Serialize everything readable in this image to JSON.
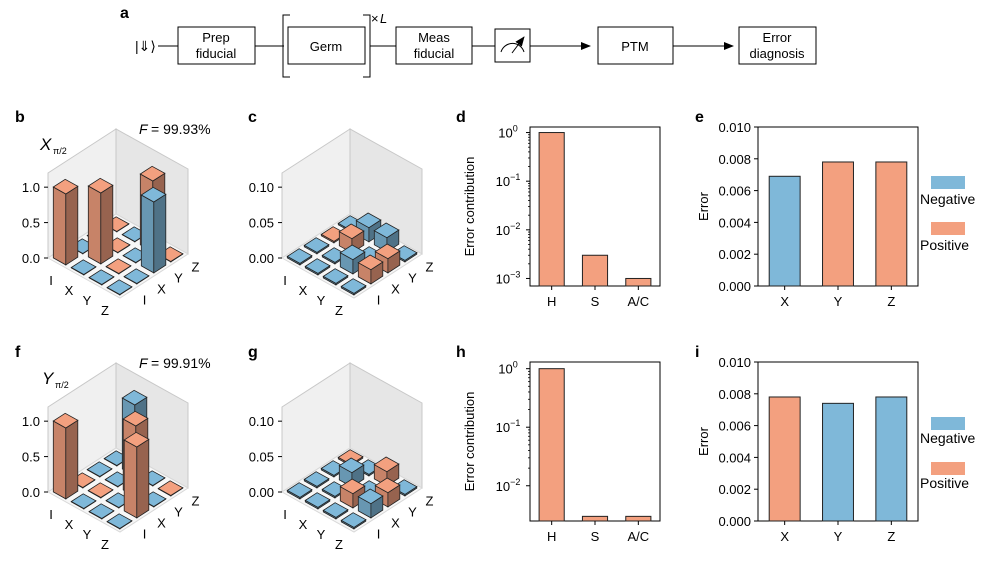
{
  "colors": {
    "negative": "#7fb8d9",
    "positive": "#f3a07f",
    "edge": "#222222",
    "pane": "#eeeeee"
  },
  "flow": {
    "panel_label": "a",
    "ket": "|⇓⟩",
    "prep": [
      "Prep",
      "fiducial"
    ],
    "germ": "Germ",
    "repeat_times": "×",
    "repeat_var": "L",
    "meas": [
      "Meas",
      "fiducial"
    ],
    "meter_icon": "meter-icon",
    "ptm": "PTM",
    "diagnosis": [
      "Error",
      "diagnosis"
    ]
  },
  "legend": [
    {
      "name": "Negative",
      "color": "#7fb8d9"
    },
    {
      "name": "Positive",
      "color": "#f3a07f"
    }
  ],
  "chart_data": [
    {
      "panel": "b",
      "type": "bar3d",
      "gate_symbol": "X",
      "gate_sub": "π/2",
      "fidelity_label": "F",
      "fidelity_value": "= 99.93%",
      "zticks": [
        "0.0",
        "0.5",
        "1.0"
      ],
      "zlim": [
        0,
        1.2
      ],
      "front_labels": [
        "I",
        "X",
        "Y",
        "Z"
      ],
      "side_labels": [
        "I",
        "X",
        "Y",
        "Z"
      ],
      "bars": [
        {
          "c": 0,
          "r": 0,
          "v": 1.0,
          "s": "pos"
        },
        {
          "c": 1,
          "r": 0,
          "v": 0.005,
          "s": "neg"
        },
        {
          "c": 2,
          "r": 0,
          "v": 0.005,
          "s": "neg"
        },
        {
          "c": 3,
          "r": 0,
          "v": 0.005,
          "s": "neg"
        },
        {
          "c": 0,
          "r": 1,
          "v": 0.005,
          "s": "neg"
        },
        {
          "c": 1,
          "r": 1,
          "v": 1.0,
          "s": "pos"
        },
        {
          "c": 2,
          "r": 1,
          "v": 0.005,
          "s": "pos"
        },
        {
          "c": 3,
          "r": 1,
          "v": 0.005,
          "s": "neg"
        },
        {
          "c": 0,
          "r": 2,
          "v": 0.005,
          "s": "neg"
        },
        {
          "c": 1,
          "r": 2,
          "v": 0.005,
          "s": "pos"
        },
        {
          "c": 2,
          "r": 2,
          "v": 0.005,
          "s": "neg"
        },
        {
          "c": 3,
          "r": 2,
          "v": 1.0,
          "s": "neg"
        },
        {
          "c": 0,
          "r": 3,
          "v": 0.005,
          "s": "pos"
        },
        {
          "c": 1,
          "r": 3,
          "v": 0.005,
          "s": "neg"
        },
        {
          "c": 2,
          "r": 3,
          "v": 1.0,
          "s": "pos"
        },
        {
          "c": 3,
          "r": 3,
          "v": 0.005,
          "s": "pos"
        }
      ]
    },
    {
      "panel": "c",
      "type": "bar3d",
      "zticks": [
        "0.00",
        "0.05",
        "0.10"
      ],
      "zlim": [
        0,
        0.12
      ],
      "front_labels": [
        "I",
        "X",
        "Y",
        "Z"
      ],
      "side_labels": [
        "I",
        "X",
        "Y",
        "Z"
      ],
      "bars": [
        {
          "c": 0,
          "r": 0,
          "v": 0.002,
          "s": "neg"
        },
        {
          "c": 1,
          "r": 0,
          "v": 0.002,
          "s": "neg"
        },
        {
          "c": 2,
          "r": 0,
          "v": 0.002,
          "s": "neg"
        },
        {
          "c": 3,
          "r": 0,
          "v": 0.002,
          "s": "neg"
        },
        {
          "c": 0,
          "r": 1,
          "v": 0.002,
          "s": "neg"
        },
        {
          "c": 1,
          "r": 1,
          "v": 0.002,
          "s": "neg"
        },
        {
          "c": 2,
          "r": 1,
          "v": 0.02,
          "s": "neg"
        },
        {
          "c": 3,
          "r": 1,
          "v": 0.02,
          "s": "pos"
        },
        {
          "c": 0,
          "r": 2,
          "v": 0.002,
          "s": "pos"
        },
        {
          "c": 1,
          "r": 2,
          "v": 0.02,
          "s": "pos"
        },
        {
          "c": 2,
          "r": 2,
          "v": 0.002,
          "s": "neg"
        },
        {
          "c": 3,
          "r": 2,
          "v": 0.02,
          "s": "pos"
        },
        {
          "c": 0,
          "r": 3,
          "v": 0.002,
          "s": "neg"
        },
        {
          "c": 1,
          "r": 3,
          "v": 0.02,
          "s": "neg"
        },
        {
          "c": 2,
          "r": 3,
          "v": 0.02,
          "s": "neg"
        },
        {
          "c": 3,
          "r": 3,
          "v": 0.002,
          "s": "neg"
        }
      ]
    },
    {
      "panel": "d",
      "type": "bar",
      "yscale": "log",
      "ylabel": "Error contribution",
      "categories": [
        "H",
        "S",
        "A/C"
      ],
      "values": [
        1.0,
        0.003,
        0.001
      ],
      "colors": [
        "pos",
        "pos",
        "pos"
      ],
      "yticks": [
        {
          "base": "10",
          "exp": "0",
          "v": 1
        },
        {
          "base": "10",
          "exp": "−1",
          "v": 0.1
        },
        {
          "base": "10",
          "exp": "−2",
          "v": 0.01
        },
        {
          "base": "10",
          "exp": "−3",
          "v": 0.001
        }
      ],
      "ylim": [
        0.0007,
        1.3
      ]
    },
    {
      "panel": "e",
      "type": "bar",
      "ylabel": "Error",
      "categories": [
        "X",
        "Y",
        "Z"
      ],
      "values": [
        0.0069,
        0.0078,
        0.0078
      ],
      "colors": [
        "neg",
        "pos",
        "pos"
      ],
      "yticks": [
        "0.000",
        "0.002",
        "0.004",
        "0.006",
        "0.008",
        "0.010"
      ],
      "ylim": [
        0,
        0.01
      ]
    },
    {
      "panel": "f",
      "type": "bar3d",
      "gate_symbol": "Y",
      "gate_sub": "π/2",
      "fidelity_label": "F",
      "fidelity_value": "= 99.91%",
      "zticks": [
        "0.0",
        "0.5",
        "1.0"
      ],
      "zlim": [
        0,
        1.2
      ],
      "front_labels": [
        "I",
        "X",
        "Y",
        "Z"
      ],
      "side_labels": [
        "I",
        "X",
        "Y",
        "Z"
      ],
      "bars": [
        {
          "c": 0,
          "r": 0,
          "v": 1.0,
          "s": "pos"
        },
        {
          "c": 1,
          "r": 0,
          "v": 0.005,
          "s": "neg"
        },
        {
          "c": 2,
          "r": 0,
          "v": 0.005,
          "s": "neg"
        },
        {
          "c": 3,
          "r": 0,
          "v": 0.005,
          "s": "neg"
        },
        {
          "c": 0,
          "r": 1,
          "v": 0.005,
          "s": "pos"
        },
        {
          "c": 1,
          "r": 1,
          "v": 0.005,
          "s": "pos"
        },
        {
          "c": 2,
          "r": 1,
          "v": 0.005,
          "s": "neg"
        },
        {
          "c": 3,
          "r": 1,
          "v": 1.0,
          "s": "pos"
        },
        {
          "c": 0,
          "r": 2,
          "v": 0.005,
          "s": "neg"
        },
        {
          "c": 1,
          "r": 2,
          "v": 0.005,
          "s": "neg"
        },
        {
          "c": 2,
          "r": 2,
          "v": 1.0,
          "s": "pos"
        },
        {
          "c": 3,
          "r": 2,
          "v": 0.005,
          "s": "neg"
        },
        {
          "c": 0,
          "r": 3,
          "v": 0.005,
          "s": "neg"
        },
        {
          "c": 1,
          "r": 3,
          "v": 1.0,
          "s": "neg"
        },
        {
          "c": 2,
          "r": 3,
          "v": 0.005,
          "s": "neg"
        },
        {
          "c": 3,
          "r": 3,
          "v": 0.005,
          "s": "pos"
        }
      ]
    },
    {
      "panel": "g",
      "type": "bar3d",
      "zticks": [
        "0.00",
        "0.05",
        "0.10"
      ],
      "zlim": [
        0,
        0.12
      ],
      "front_labels": [
        "I",
        "X",
        "Y",
        "Z"
      ],
      "side_labels": [
        "I",
        "X",
        "Y",
        "Z"
      ],
      "bars": [
        {
          "c": 0,
          "r": 0,
          "v": 0.002,
          "s": "neg"
        },
        {
          "c": 1,
          "r": 0,
          "v": 0.002,
          "s": "neg"
        },
        {
          "c": 2,
          "r": 0,
          "v": 0.002,
          "s": "neg"
        },
        {
          "c": 3,
          "r": 0,
          "v": 0.002,
          "s": "neg"
        },
        {
          "c": 0,
          "r": 1,
          "v": 0.002,
          "s": "neg"
        },
        {
          "c": 1,
          "r": 1,
          "v": 0.002,
          "s": "neg"
        },
        {
          "c": 2,
          "r": 1,
          "v": 0.02,
          "s": "pos"
        },
        {
          "c": 3,
          "r": 1,
          "v": 0.02,
          "s": "neg"
        },
        {
          "c": 0,
          "r": 2,
          "v": 0.002,
          "s": "neg"
        },
        {
          "c": 1,
          "r": 2,
          "v": 0.02,
          "s": "neg"
        },
        {
          "c": 2,
          "r": 2,
          "v": 0.002,
          "s": "neg"
        },
        {
          "c": 3,
          "r": 2,
          "v": 0.02,
          "s": "pos"
        },
        {
          "c": 0,
          "r": 3,
          "v": 0.002,
          "s": "pos"
        },
        {
          "c": 1,
          "r": 3,
          "v": 0.002,
          "s": "neg"
        },
        {
          "c": 2,
          "r": 3,
          "v": 0.02,
          "s": "pos"
        },
        {
          "c": 3,
          "r": 3,
          "v": 0.002,
          "s": "neg"
        }
      ]
    },
    {
      "panel": "h",
      "type": "bar",
      "yscale": "log",
      "ylabel": "Error contribution",
      "categories": [
        "H",
        "S",
        "A/C"
      ],
      "values": [
        1.0,
        0.003,
        0.003
      ],
      "colors": [
        "pos",
        "pos",
        "pos"
      ],
      "yticks": [
        {
          "base": "10",
          "exp": "0",
          "v": 1
        },
        {
          "base": "10",
          "exp": "−1",
          "v": 0.1
        },
        {
          "base": "10",
          "exp": "−2",
          "v": 0.01
        }
      ],
      "ylim": [
        0.0025,
        1.3
      ]
    },
    {
      "panel": "i",
      "type": "bar",
      "ylabel": "Error",
      "categories": [
        "X",
        "Y",
        "Z"
      ],
      "values": [
        0.0078,
        0.0074,
        0.0078
      ],
      "colors": [
        "pos",
        "neg",
        "neg"
      ],
      "yticks": [
        "0.000",
        "0.002",
        "0.004",
        "0.006",
        "0.008",
        "0.010"
      ],
      "ylim": [
        0,
        0.01
      ]
    }
  ]
}
